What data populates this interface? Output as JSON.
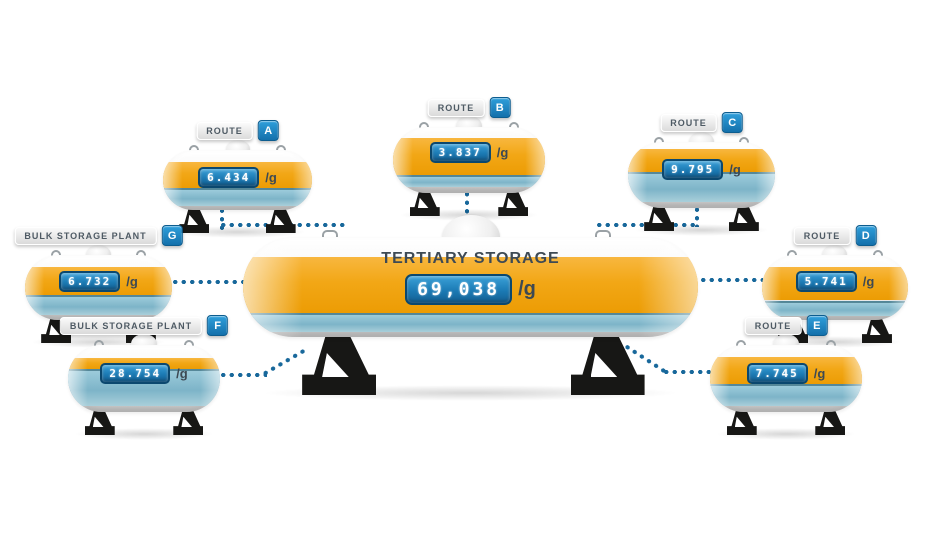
{
  "central": {
    "name": "TERTIARY STORAGE",
    "value": "69,038",
    "unit": "/g"
  },
  "tanks": [
    {
      "label": "ROUTE",
      "letter": "A",
      "value": "6.434",
      "unit": "/g",
      "fill_level": "medium"
    },
    {
      "label": "ROUTE",
      "letter": "B",
      "value": "3.837",
      "unit": "/g",
      "fill_level": "low"
    },
    {
      "label": "ROUTE",
      "letter": "C",
      "value": "9.795",
      "unit": "/g",
      "fill_level": "high"
    },
    {
      "label": "BULK STORAGE PLANT",
      "letter": "G",
      "value": "6.732",
      "unit": "/g",
      "fill_level": "medium"
    },
    {
      "label": "ROUTE",
      "letter": "D",
      "value": "5.741",
      "unit": "/g",
      "fill_level": "low"
    },
    {
      "label": "BULK STORAGE PLANT",
      "letter": "F",
      "value": "28.754",
      "unit": "/g",
      "fill_level": "high"
    },
    {
      "label": "ROUTE",
      "letter": "E",
      "value": "7.745",
      "unit": "/g",
      "fill_level": "medium"
    }
  ],
  "connections": [
    {
      "from": "A",
      "to": "TERTIARY STORAGE"
    },
    {
      "from": "B",
      "to": "TERTIARY STORAGE"
    },
    {
      "from": "C",
      "to": "TERTIARY STORAGE"
    },
    {
      "from": "G",
      "to": "TERTIARY STORAGE"
    },
    {
      "from": "D",
      "to": "TERTIARY STORAGE"
    },
    {
      "from": "F",
      "to": "TERTIARY STORAGE"
    },
    {
      "from": "E",
      "to": "TERTIARY STORAGE"
    }
  ],
  "colors": {
    "band_yellow": "#F2A716",
    "liquid_blue": "#7DB4C8",
    "display_blue": "#1B7AB4",
    "dot_blue": "#18689B",
    "badge_letter_blue": "#1B85C6",
    "text_dark": "#3D4953"
  }
}
